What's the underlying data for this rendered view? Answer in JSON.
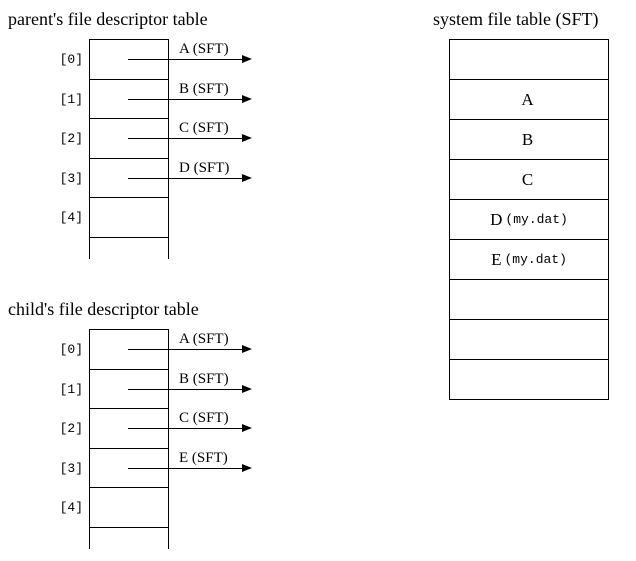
{
  "diagram": {
    "background_color": "#ffffff",
    "line_color": "#000000"
  },
  "parent_table": {
    "title": "parent's file descriptor table",
    "rows": [
      {
        "index": "[0]",
        "arrow_label": "A (SFT)"
      },
      {
        "index": "[1]",
        "arrow_label": "B (SFT)"
      },
      {
        "index": "[2]",
        "arrow_label": "C (SFT)"
      },
      {
        "index": "[3]",
        "arrow_label": "D (SFT)"
      },
      {
        "index": "[4]",
        "arrow_label": ""
      }
    ]
  },
  "child_table": {
    "title": "child's file descriptor table",
    "rows": [
      {
        "index": "[0]",
        "arrow_label": "A (SFT)"
      },
      {
        "index": "[1]",
        "arrow_label": "B (SFT)"
      },
      {
        "index": "[2]",
        "arrow_label": "C (SFT)"
      },
      {
        "index": "[3]",
        "arrow_label": "E (SFT)"
      },
      {
        "index": "[4]",
        "arrow_label": ""
      }
    ]
  },
  "sft_table": {
    "title": "system file table (SFT)",
    "cells": [
      {
        "label": "",
        "file": ""
      },
      {
        "label": "A",
        "file": ""
      },
      {
        "label": "B",
        "file": ""
      },
      {
        "label": "C",
        "file": ""
      },
      {
        "label": "D",
        "file": "(my.dat)"
      },
      {
        "label": "E",
        "file": "(my.dat)"
      },
      {
        "label": "",
        "file": ""
      },
      {
        "label": "",
        "file": ""
      },
      {
        "label": "",
        "file": ""
      }
    ]
  }
}
